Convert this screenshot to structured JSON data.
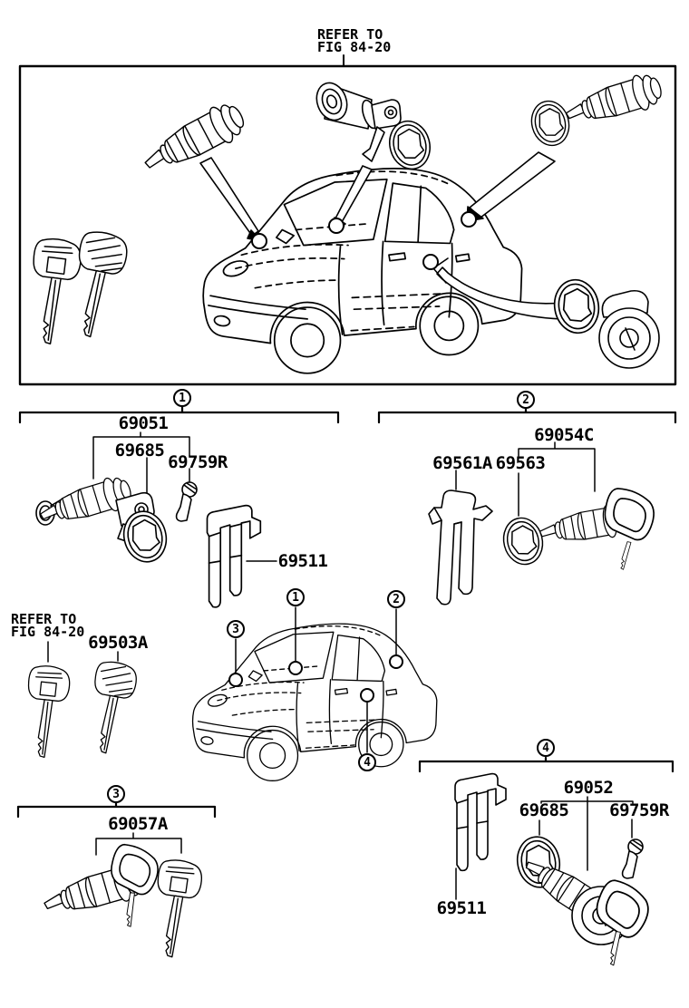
{
  "colors": {
    "ink": "#000000",
    "paper": "#ffffff"
  },
  "notes": {
    "top_refer": {
      "line1": "REFER TO",
      "line2": "FIG 84-20"
    },
    "left_refer": {
      "line1": "REFER TO",
      "line2": "FIG 84-20"
    }
  },
  "key_set": {
    "key_label": "69503A"
  },
  "sections": {
    "s1": {
      "num": "1",
      "cylinder_assy": "69051",
      "gasket": "69685",
      "snap": "69759R",
      "protector": "69511"
    },
    "s2": {
      "num": "2",
      "cylinder_set": "69054C",
      "bracket": "69561A",
      "gasket": "69563"
    },
    "s3": {
      "num": "3",
      "cylinder_assy": "69057A"
    },
    "s4": {
      "num": "4",
      "cylinder_set": "69052",
      "gasket": "69685",
      "snap": "69759R",
      "protector": "69511"
    }
  },
  "car_callouts": {
    "c1": "1",
    "c2": "2",
    "c3": "3",
    "c4": "4"
  }
}
